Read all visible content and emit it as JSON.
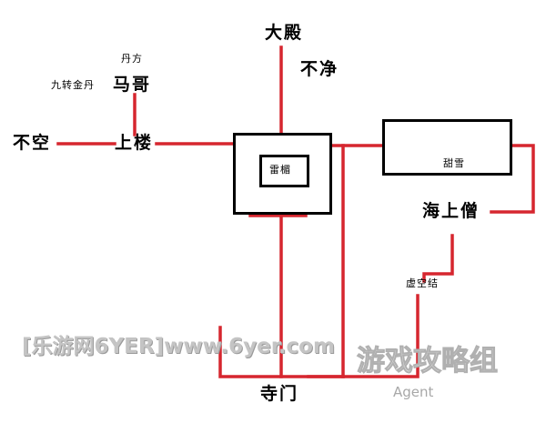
{
  "labels": {
    "dadian": "大殿",
    "bujing": "不净",
    "danfang": "丹方",
    "jiuzhuan": "九转金丹",
    "mage": "马哥",
    "bukong": "不空",
    "shanglou": "上楼",
    "leizhou": "雷楣",
    "tianxue": "甜雪",
    "haishangseng": "海上僧",
    "xukongjie": "虚空结",
    "simen": "寺门"
  },
  "watermark": {
    "site": "[乐游网6YER]www.6yer.com",
    "logo": "游戏攻略组",
    "agent": "Agent"
  },
  "colors": {
    "path": "#d6262f",
    "outline": "#000000",
    "watermark": "#b8b8b8"
  }
}
